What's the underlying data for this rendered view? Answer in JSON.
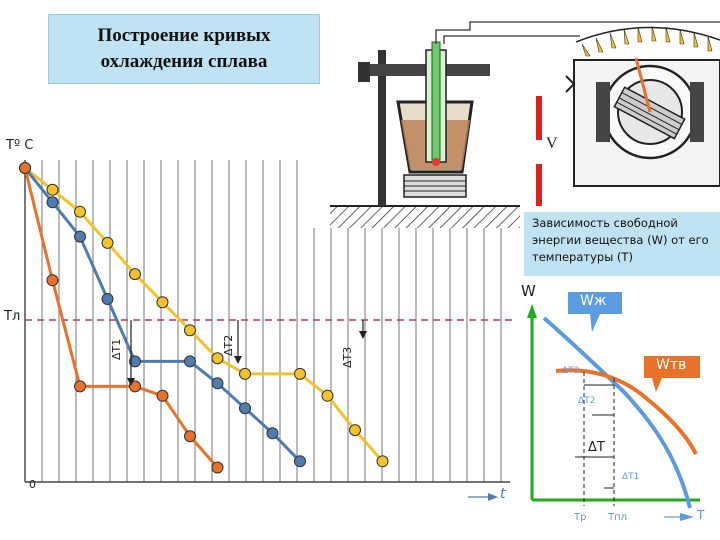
{
  "title": "Построение кривых охлаждения сплава",
  "note": "Зависимость свободной энергии вещества (W) от его температуры (T)",
  "apparatus": {
    "voltage_label": "V"
  },
  "cooling_chart": {
    "y_axis_label": "Tº C",
    "liquidus_label": "Tл",
    "origin_label": "0",
    "x_axis_label": "t",
    "delta_labels": [
      "ΔT1",
      "ΔT2",
      "ΔT3"
    ],
    "series": [
      {
        "color": "#e8722a",
        "x": [
          0,
          1,
          2,
          3,
          4,
          5,
          6,
          7
        ],
        "y": [
          1000,
          640,
          300,
          300,
          300,
          270,
          140,
          40
        ]
      },
      {
        "color": "#4f7cae",
        "x": [
          0,
          1,
          2,
          3,
          4,
          5,
          6,
          7,
          8,
          9,
          10
        ],
        "y": [
          1000,
          890,
          780,
          580,
          380,
          380,
          380,
          310,
          230,
          150,
          60
        ]
      },
      {
        "color": "#f4c22b",
        "x": [
          0,
          1,
          2,
          3,
          4,
          5,
          6,
          7,
          8,
          9,
          10,
          11,
          12,
          13
        ],
        "y": [
          1000,
          930,
          860,
          760,
          660,
          570,
          480,
          390,
          340,
          340,
          340,
          270,
          160,
          60
        ]
      }
    ]
  },
  "energy_chart": {
    "y_axis_label": "W",
    "x_axis_label": "T",
    "liquid_label": "Wж",
    "solid_label": "Wтв",
    "temp_labels": [
      "Tр",
      "Tпл"
    ],
    "delta_labels": [
      "ΔT",
      "ΔT1",
      "ΔT2",
      "ΔT3"
    ],
    "liquid_color": "#5b9be0",
    "solid_color": "#e8722a"
  }
}
